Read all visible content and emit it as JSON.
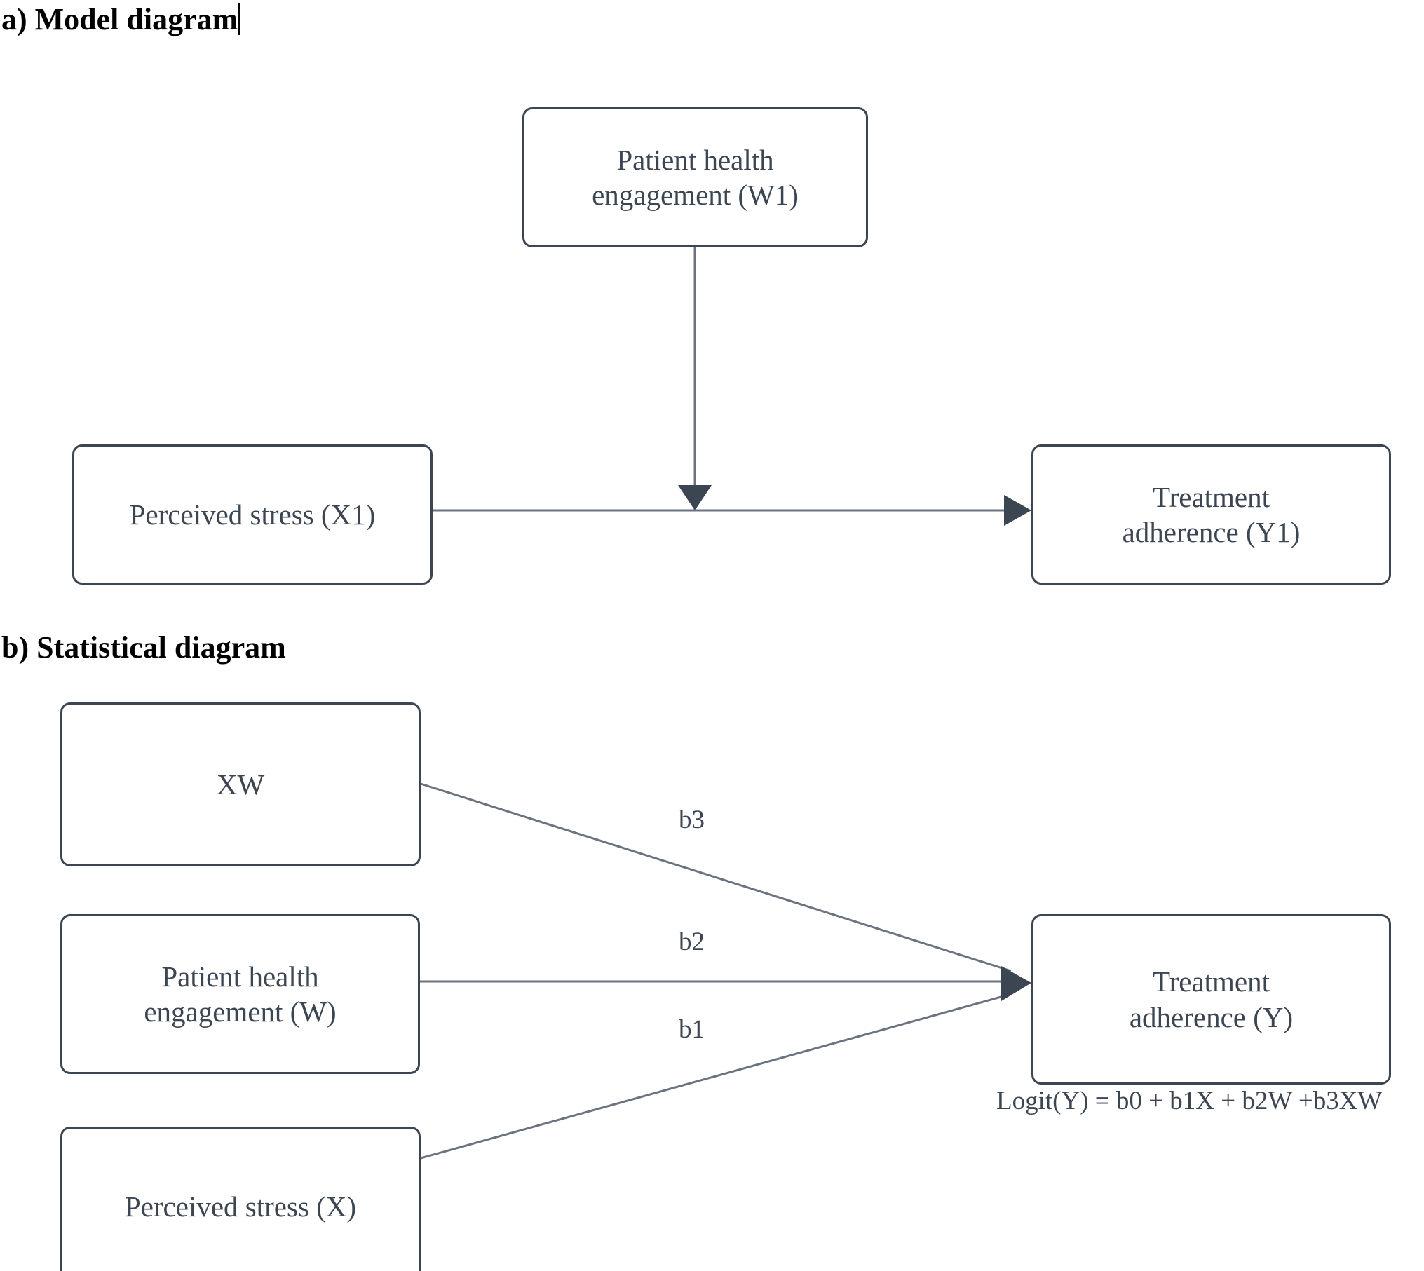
{
  "figure": {
    "panel_a": {
      "title": "a) Model diagram",
      "nodes": {
        "moderator": {
          "line1": "Patient health",
          "line2": "engagement (W1)"
        },
        "predictor": {
          "line1": "Perceived stress (X1)"
        },
        "outcome": {
          "line1": "Treatment",
          "line2": "adherence (Y1)"
        }
      }
    },
    "panel_b": {
      "title": "b) Statistical diagram",
      "nodes": {
        "interaction": {
          "line1": "XW"
        },
        "moderator": {
          "line1": "Patient health",
          "line2": "engagement (W)"
        },
        "predictor": {
          "line1": "Perceived stress (X)"
        },
        "outcome": {
          "line1": "Treatment",
          "line2": "adherence (Y)"
        }
      },
      "path_labels": {
        "b3": "b3",
        "b2": "b2",
        "b1": "b1"
      },
      "equation": "Logit(Y) = b0 + b1X + b2W +b3XW"
    },
    "colors": {
      "node_border": "#3c4653",
      "node_text": "#3c4653",
      "edge_line": "#6b7280",
      "arrow_head": "#3c4653",
      "title_text": "#000000",
      "background": "#ffffff"
    }
  }
}
